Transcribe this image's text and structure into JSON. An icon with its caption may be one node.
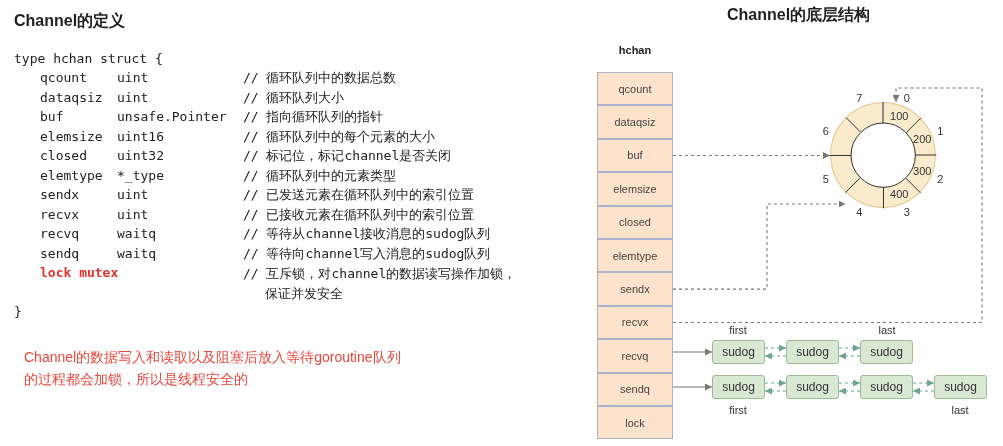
{
  "diagram": {
    "nodes": [
      {
        "text": [
          "hchan"
        ]
      },
      {
        "text": [
          "qcount"
        ],
        "in": 0
      },
      {
        "text": [
          "dataqsiz"
        ],
        "in": 0
      },
      {
        "text": [
          "buf"
        ],
        "in": 0
      },
      {
        "text": [
          "elemsize"
        ],
        "in": 0
      },
      {
        "text": [
          "closed"
        ],
        "in": 0
      },
      {
        "text": [
          "elemtype"
        ],
        "in": 0
      },
      {
        "text": [
          "sendx"
        ],
        "in": 0
      },
      {
        "text": [
          "recvx"
        ],
        "in": 0
      },
      {
        "text": [
          "recvq"
        ],
        "in": 0
      },
      {
        "text": [
          "sendq"
        ],
        "in": 0
      },
      {
        "text": [
          "lock"
        ],
        "in": 0
      },
      {
        "text": [],
        "shape": "circle"
      },
      {
        "text": [
          "100"
        ],
        "in": 12,
        "beside": [
          "0"
        ]
      },
      {
        "text": [
          "200"
        ],
        "in": 12,
        "beside": [
          "1"
        ]
      },
      {
        "text": [
          "300"
        ],
        "in": 12,
        "beside": [
          "2"
        ]
      },
      {
        "text": [
          "400"
        ],
        "in": 12,
        "beside": [
          "3"
        ]
      },
      {
        "text": [],
        "shape": "box",
        "in": 12,
        "beside": [
          "4"
        ]
      },
      {
        "text": [],
        "shape": "box",
        "in": 12,
        "beside": [
          "5"
        ]
      },
      {
        "text": [],
        "shape": "box",
        "in": 12,
        "beside": [
          "6"
        ]
      },
      {
        "text": [],
        "shape": "box",
        "in": 12,
        "beside": [
          "7"
        ]
      },
      {
        "text": [
          "sudog"
        ],
        "beside": [
          "first"
        ]
      },
      {
        "text": [
          "sudog"
        ]
      },
      {
        "text": [
          "sudog"
        ],
        "beside": [
          "last"
        ]
      },
      {
        "text": [
          "sudog"
        ],
        "beside": [
          "first"
        ]
      },
      {
        "text": [
          "sudog"
        ]
      },
      {
        "text": [
          "sudog"
        ]
      },
      {
        "text": [
          "sudog"
        ],
        "beside": [
          "last"
        ]
      }
    ],
    "edges": [
      {
        "from": 3,
        "to": 12,
        "arrow": "to",
        "style": "dashed",
        "color": "#777777"
      },
      {
        "from": 7,
        "to": 17,
        "arrow": "to",
        "style": "dashed",
        "color": "#777777"
      },
      {
        "from": 8,
        "to": 13,
        "arrow": "to",
        "style": "dashed",
        "color": "#777777"
      },
      {
        "from": 9,
        "to": 21,
        "arrow": "to",
        "color": "#777777"
      },
      {
        "from": 10,
        "to": 24,
        "arrow": "to",
        "color": "#777777"
      },
      {
        "from": 21,
        "to": 22,
        "arrow": "to",
        "style": "dashed"
      },
      {
        "from": 22,
        "to": 21,
        "arrow": "to",
        "style": "dashed"
      },
      {
        "from": 22,
        "to": 23,
        "arrow": "to",
        "style": "dashed"
      },
      {
        "from": 23,
        "to": 22,
        "arrow": "to",
        "style": "dashed"
      },
      {
        "from": 24,
        "to": 25,
        "arrow": "to",
        "style": "dashed"
      },
      {
        "from": 25,
        "to": 24,
        "arrow": "to",
        "style": "dashed"
      },
      {
        "from": 25,
        "to": 26,
        "arrow": "to",
        "style": "dashed"
      },
      {
        "from": 26,
        "to": 25,
        "arrow": "to",
        "style": "dashed"
      },
      {
        "from": 26,
        "to": 27,
        "arrow": "to",
        "style": "dashed"
      },
      {
        "from": 27,
        "to": 26,
        "arrow": "to",
        "style": "dashed"
      }
    ],
    "labels": [
      "Channel的定义",
      "Channel的底层结构",
      "type hchan struct {",
      "qcount",
      "uint",
      "// 循环队列中的数据总数",
      "dataqsiz",
      "uint",
      "// 循环队列大小",
      "buf",
      "unsafe.Pointer",
      "// 指向循环队列的指针",
      "elemsize",
      "uint16",
      "// 循环队列中的每个元素的大小",
      "closed",
      "uint32",
      "// 标记位，标记channel是否关闭",
      "elemtype",
      "*_type",
      "// 循环队列中的元素类型",
      "sendx",
      "uint",
      "// 已发送元素在循环队列中的索引位置",
      "recvx",
      "uint",
      "// 已接收元素在循环队列中的索引位置",
      "recvq",
      "waitq",
      "// 等待从channel接收消息的sudog队列",
      "sendq",
      "waitq",
      "// 等待向channel写入消息的sudog队列",
      "lock mutex",
      "// 互斥锁，对channel的数据读写操作加锁，保证并发安全",
      "}",
      "Channel的数据写入和读取以及阻塞后放入等待goroutine队列的过程都会加锁，所以是线程安全的"
    ]
  }
}
